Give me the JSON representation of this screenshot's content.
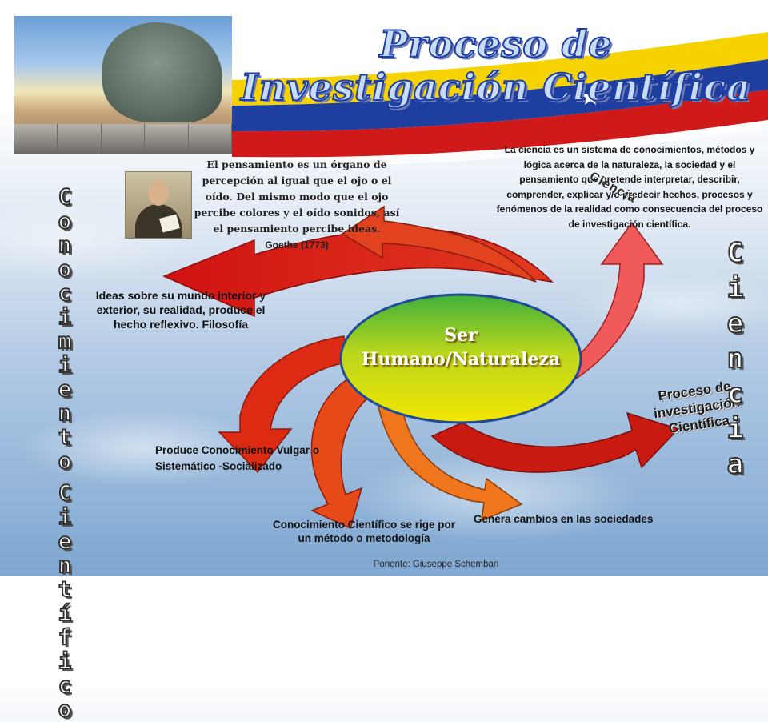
{
  "title": "Proceso de Investigación Científica",
  "quote": {
    "text": "El pensamiento es un órgano de percepción al igual que el ojo o el oído. Del mismo modo que el ojo percibe colores y el oído sonidos, así el pensamiento percibe ideas.",
    "author": "Goethe (1773)"
  },
  "definition": "La ciencia es un sistema de conocimientos, métodos y lógica acerca de la naturaleza, la sociedad y el pensamiento que pretende interpretar, describir, comprender, explicar y/o predecir hechos, procesos y fenómenos de la realidad como consecuencia del proceso de investigación científica.",
  "center": {
    "line1": "Ser",
    "line2": "Humano/Naturaleza"
  },
  "labels": {
    "ideas": "Ideas sobre su mundo interior y exterior, su realidad, produce el hecho reflexivo. Filosofía",
    "vulgar_line1": "Produce Conocimiento Vulgar o",
    "vulgar_line2": "Sistemático -Socializado",
    "metodo_line1": "Conocimiento Científico se rige por",
    "metodo_line2": "un método o metodología",
    "cambios": "Genera cambios en las sociedades",
    "proceso_line1": "Proceso de",
    "proceso_line2": "investigación",
    "proceso_line3": "Científica",
    "ciencia_arrow": "Ciencia"
  },
  "side_left": {
    "word1": "Conocimiento",
    "word2": "Científico"
  },
  "side_right": {
    "word": "Ciencia"
  },
  "footer": "Ponente:   Giuseppe Schembari",
  "colors": {
    "flag_yellow": "#f5d200",
    "flag_blue": "#1f3fa0",
    "flag_red": "#d01a1a",
    "ellipse_top": "#3fb03a",
    "ellipse_bottom": "#f2e600"
  }
}
